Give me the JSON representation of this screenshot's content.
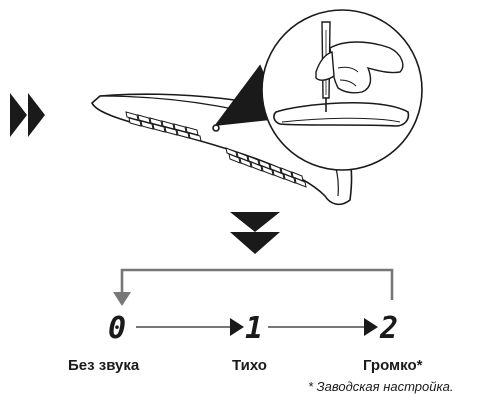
{
  "steps": [
    {
      "value": "0",
      "label": "Без звука"
    },
    {
      "value": "1",
      "label": "Тихо"
    },
    {
      "value": "2",
      "label": "Громко*"
    }
  ],
  "footnote": "* Заводская настройка.",
  "icons": {
    "step_marker": "double-chevron-right-icon",
    "next_marker": "double-chevron-down-icon",
    "device": "device-illustration",
    "detail": "magnified-pen-press-illustration"
  },
  "colors": {
    "line": "#1a1a1a",
    "loop_arrow": "#777777",
    "background": "#ffffff"
  }
}
